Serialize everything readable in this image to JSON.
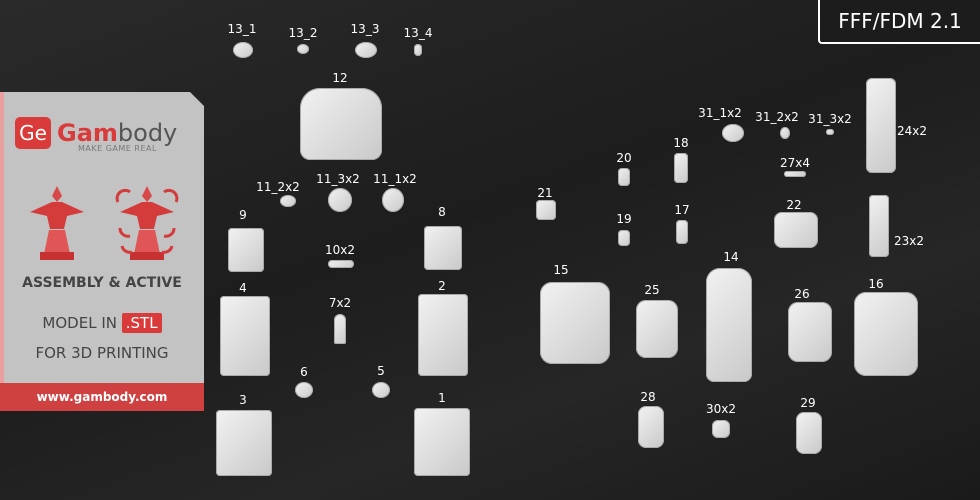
{
  "badge": "FFF/FDM 2.1",
  "panel": {
    "logo_mark": "Ge",
    "brand_red": "Gam",
    "brand_gray": "body",
    "tagline": "MAKE GAME REAL",
    "line1": "ASSEMBLY & ACTIVE",
    "line2_prefix": "MODEL IN ",
    "line2_highlight": ".STL",
    "line3": "FOR 3D PRINTING",
    "url": "www.gambody.com"
  },
  "colors": {
    "accent": "#d93a3a",
    "panel": "#c3c3c3"
  },
  "labels": [
    "13_1",
    "13_2",
    "13_3",
    "13_4",
    "12",
    "11_2x2",
    "11_3x2",
    "11_1x2",
    "9",
    "8",
    "10x2",
    "4",
    "2",
    "7x2",
    "6",
    "5",
    "3",
    "1",
    "21",
    "20",
    "18",
    "19",
    "17",
    "15",
    "25",
    "14",
    "26",
    "16",
    "28",
    "30x2",
    "29",
    "31_1x2",
    "31_2x2",
    "31_3x2",
    "24x2",
    "27x4",
    "22",
    "23x2"
  ]
}
